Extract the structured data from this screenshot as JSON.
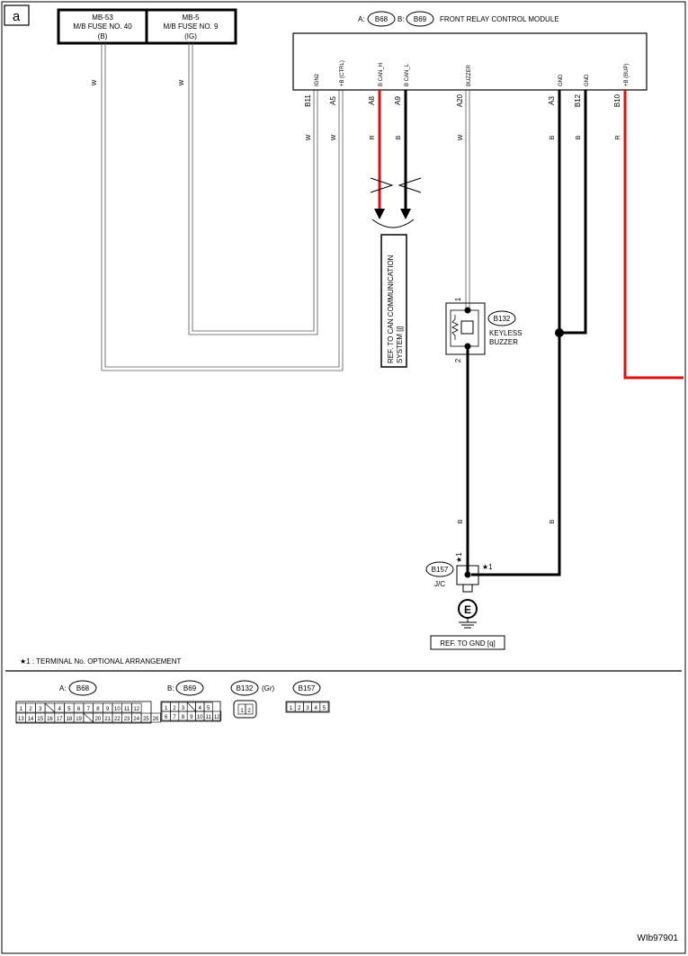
{
  "page_label": "a",
  "fuses": [
    {
      "line1": "MB-53",
      "line2": "M/B FUSE NO. 40",
      "line3": "(B)"
    },
    {
      "line1": "MB-5",
      "line2": "M/B FUSE NO. 9",
      "line3": "(IG)"
    }
  ],
  "module": {
    "prefix_a": "A:",
    "connector_a": "B68",
    "prefix_b": "B:",
    "connector_b": "B69",
    "title": "FRONT RELAY CONTROL MODULE",
    "pins": [
      {
        "func": "IGN2",
        "term": "B11",
        "color": "W"
      },
      {
        "func": "+B (CTRL)",
        "term": "A5",
        "color": "W"
      },
      {
        "func": "B CAN_H",
        "term": "A8",
        "color": "R"
      },
      {
        "func": "B CAN_L",
        "term": "A9",
        "color": "B"
      },
      {
        "func": "BUZZER",
        "term": "A20",
        "color": "W"
      },
      {
        "func": "GND",
        "term": "A3",
        "color": "B"
      },
      {
        "func": "GND",
        "term": "B12",
        "color": "B"
      },
      {
        "func": "+B (BUP)",
        "term": "B10",
        "color": "R"
      }
    ]
  },
  "fuse_wire_colors": [
    "W",
    "W"
  ],
  "can_ref": {
    "line1": "REF. TO CAN COMMUNICATION",
    "line2": "SYSTEM [j]"
  },
  "buzzer": {
    "connector": "B132",
    "line1": "KEYLESS",
    "line2": "BUZZER",
    "pin1": "1",
    "pin2": "2"
  },
  "wire_labels": {
    "buzzer_ground": "B",
    "gnd_return": "B"
  },
  "jc": {
    "connector": "B157",
    "name": "J/C",
    "star": "★1",
    "right_star": "★1"
  },
  "ground": {
    "symbol": "E",
    "ref": "REF. TO GND [q]"
  },
  "footnote": "★1  : TERMINAL No. OPTIONAL ARRANGEMENT",
  "connector_views": {
    "a": {
      "prefix": "A:",
      "id": "B68",
      "top": [
        "1",
        "2",
        "3",
        "4",
        "5",
        "6",
        "7",
        "8",
        "9",
        "10",
        "11",
        "12"
      ],
      "bottom": [
        "13",
        "14",
        "15",
        "16",
        "17",
        "18",
        "19",
        "20",
        "21",
        "22",
        "23",
        "24",
        "25",
        "26"
      ]
    },
    "b": {
      "prefix": "B:",
      "id": "B69",
      "top": [
        "1",
        "2",
        "3",
        "4",
        "5"
      ],
      "bottom": [
        "6",
        "7",
        "8",
        "9",
        "10",
        "11",
        "12"
      ]
    },
    "b132": {
      "id": "B132",
      "note": "(Gr)",
      "cells": [
        "1",
        "2"
      ]
    },
    "b157": {
      "id": "B157",
      "cells": [
        "1",
        "2",
        "3",
        "4",
        "5"
      ]
    }
  },
  "figure_id": "WIb97901"
}
